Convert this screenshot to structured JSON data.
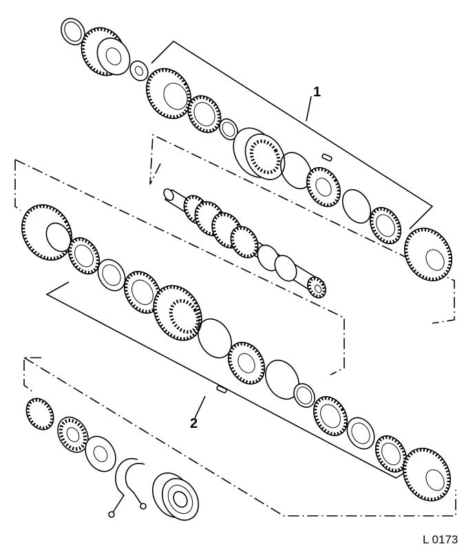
{
  "callouts": {
    "assembly_1": "1",
    "assembly_2": "2"
  },
  "figure_ref": "L 0173",
  "colors": {
    "line": "#000000",
    "background": "#ffffff"
  }
}
